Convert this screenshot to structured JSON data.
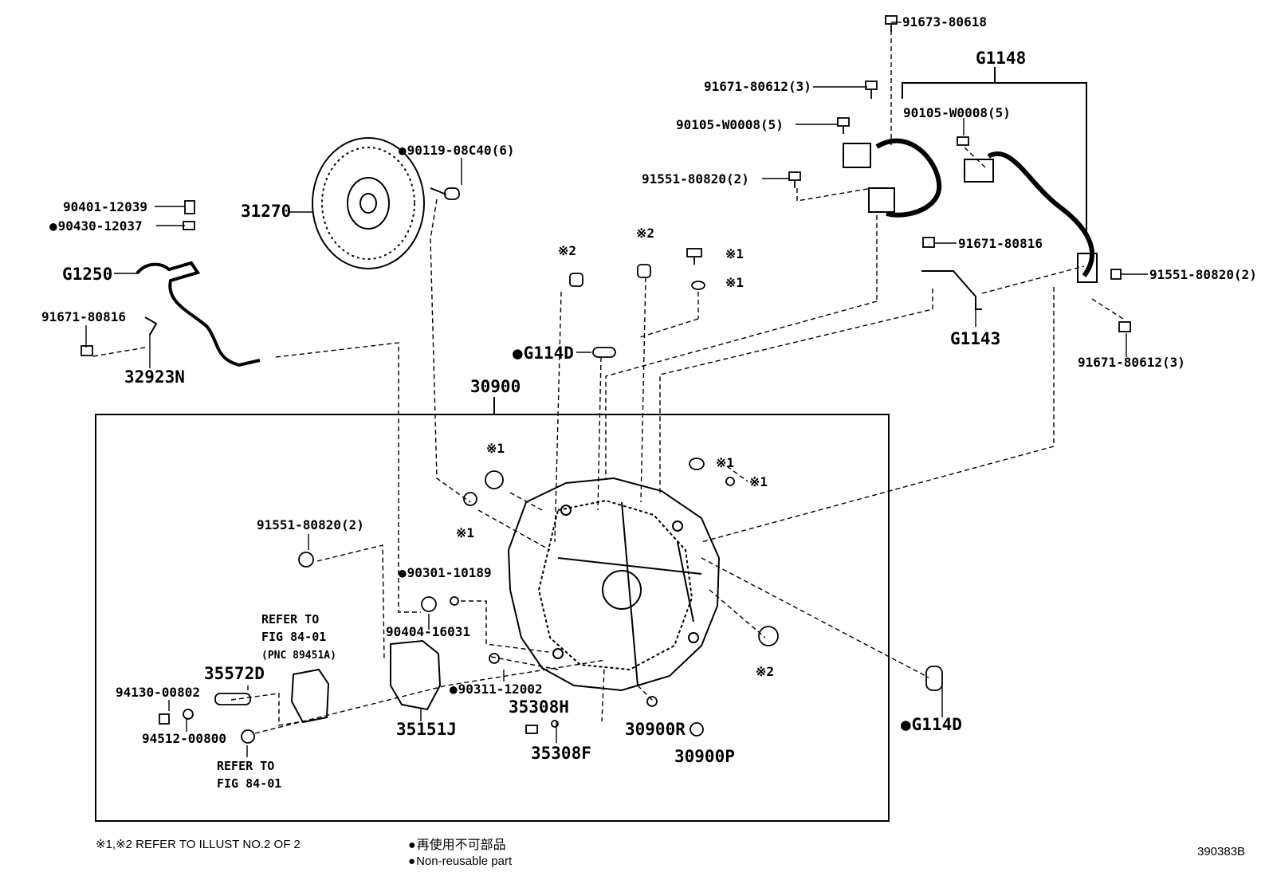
{
  "colors": {
    "ink": "#000000",
    "paper": "#ffffff"
  },
  "diagram_code": "390383B",
  "legend": {
    "symbol_note": "※1,※2 REFER TO ILLUST NO.2 OF 2",
    "non_reusable_ja": "再使用不可部品",
    "non_reusable_en": "Non-reusable part"
  },
  "marks": {
    "m1": "※1",
    "m2": "※2"
  },
  "parts": {
    "p91673_80618": "91673-80618",
    "g1148": "G1148",
    "p91671_80612_3_top": "91671-80612(3)",
    "p90105_w0008_5_left": "90105-W0008(5)",
    "p90105_w0008_5_right": "90105-W0008(5)",
    "p91551_80820_2_top": "91551-80820(2)",
    "p90119_08c40_6": "90119-08C40(6)",
    "p31270": "31270",
    "p90401_12039": "90401-12039",
    "p90430_12037": "90430-12037",
    "g1250": "G1250",
    "p91671_80816_left": "91671-80816",
    "p32923n": "32923N",
    "p91671_80816_right": "91671-80816",
    "p91551_80820_2_right": "91551-80820(2)",
    "g1143": "G1143",
    "p91671_80612_3_right": "91671-80612(3)",
    "g114d_top": "G114D",
    "p30900": "30900",
    "p91551_80820_2_inner": "91551-80820(2)",
    "p90301_10189": "90301-10189",
    "p90404_16031": "90404-16031",
    "p35572d": "35572D",
    "p94130_00802": "94130-00802",
    "p94512_00800": "94512-00800",
    "p35151j": "35151J",
    "p90311_12002": "90311-12002",
    "p35308h": "35308H",
    "p35308f": "35308F",
    "p30900r": "30900R",
    "p30900p": "30900P",
    "g114d_bottom": "G114D"
  },
  "refer": {
    "r1_line1": "REFER TO",
    "r1_line2": "FIG 84-01",
    "r1_line3": "(PNC 89451A)",
    "r2_line1": "REFER TO",
    "r2_line2": "FIG 84-01"
  }
}
